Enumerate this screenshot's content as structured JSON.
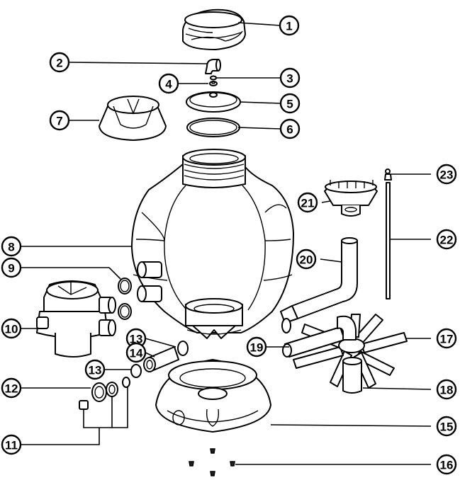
{
  "callouts": [
    {
      "id": "1",
      "label": "1"
    },
    {
      "id": "2",
      "label": "2"
    },
    {
      "id": "3",
      "label": "3"
    },
    {
      "id": "4",
      "label": "4"
    },
    {
      "id": "5",
      "label": "5"
    },
    {
      "id": "6",
      "label": "6"
    },
    {
      "id": "7",
      "label": "7"
    },
    {
      "id": "8",
      "label": "8"
    },
    {
      "id": "9",
      "label": "9"
    },
    {
      "id": "10",
      "label": "10"
    },
    {
      "id": "11",
      "label": "11"
    },
    {
      "id": "12",
      "label": "12"
    },
    {
      "id": "13a",
      "label": "13"
    },
    {
      "id": "13b",
      "label": "13"
    },
    {
      "id": "14",
      "label": "14"
    },
    {
      "id": "15",
      "label": "15"
    },
    {
      "id": "16",
      "label": "16"
    },
    {
      "id": "17",
      "label": "17"
    },
    {
      "id": "18",
      "label": "18"
    },
    {
      "id": "19",
      "label": "19"
    },
    {
      "id": "20",
      "label": "20"
    },
    {
      "id": "21",
      "label": "21"
    },
    {
      "id": "22",
      "label": "22"
    },
    {
      "id": "23",
      "label": "23"
    }
  ]
}
